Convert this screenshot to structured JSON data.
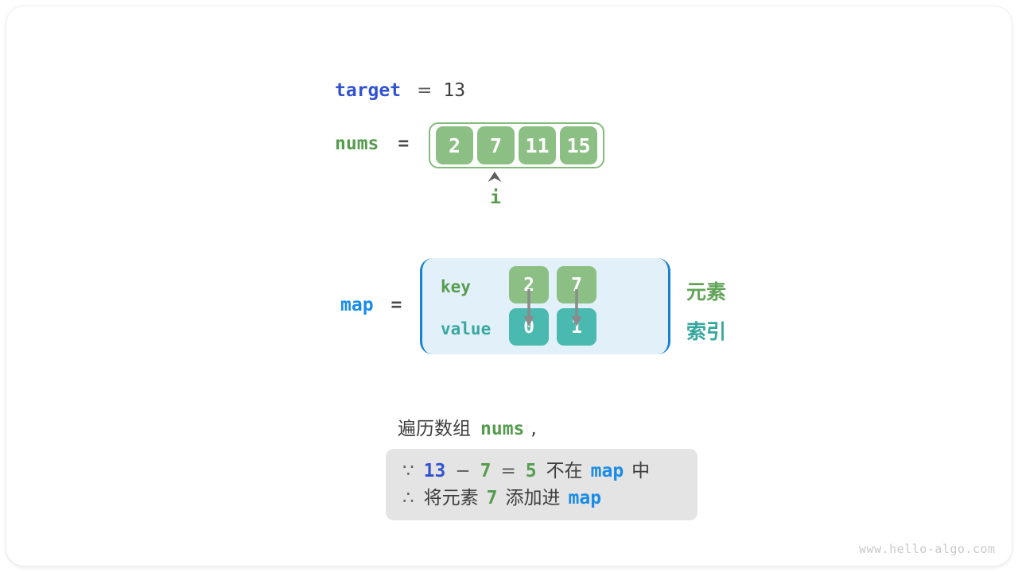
{
  "colors": {
    "array_green": "#8cbf84",
    "array_border_green": "#84ba7c",
    "value_teal": "#4ab9af",
    "map_background": "#e2f0fa",
    "map_bracket_blue": "#1781d3",
    "note_background": "#e4e4e4",
    "code_green": "#569c4e",
    "code_indigo_blue": "#3153cf",
    "code_dodger_blue": "#1a8ce8",
    "code_teal": "#3aa89f",
    "text_dark": "#3d3d3d",
    "watermark_gray": "#c9c9c9"
  },
  "target_row": {
    "name": "target",
    "equals": "=",
    "value": "13"
  },
  "nums_row": {
    "name": "nums",
    "equals": "=",
    "cells": [
      "2",
      "7",
      "11",
      "15"
    ],
    "pointer_label": "i",
    "pointer_index_shown": 1
  },
  "map_row": {
    "name": "map",
    "equals": "=",
    "key_label": "key",
    "value_label": "value",
    "keys": [
      "2",
      "7"
    ],
    "values": [
      "0",
      "1"
    ],
    "element_label": "元素",
    "index_label": "索引"
  },
  "caption": {
    "text": "遍历数组",
    "code": "nums",
    "comma": ","
  },
  "note": {
    "line1": {
      "because": "∵",
      "target": "13",
      "minus": "−",
      "num": "7",
      "equals": "=",
      "diff": "5",
      "not_in": "不在",
      "map": "map",
      "suffix": "中"
    },
    "line2": {
      "therefore": "∴",
      "prefix": "将元素",
      "num": "7",
      "middle": "添加进",
      "map": "map"
    }
  },
  "watermark": "www.hello-algo.com"
}
